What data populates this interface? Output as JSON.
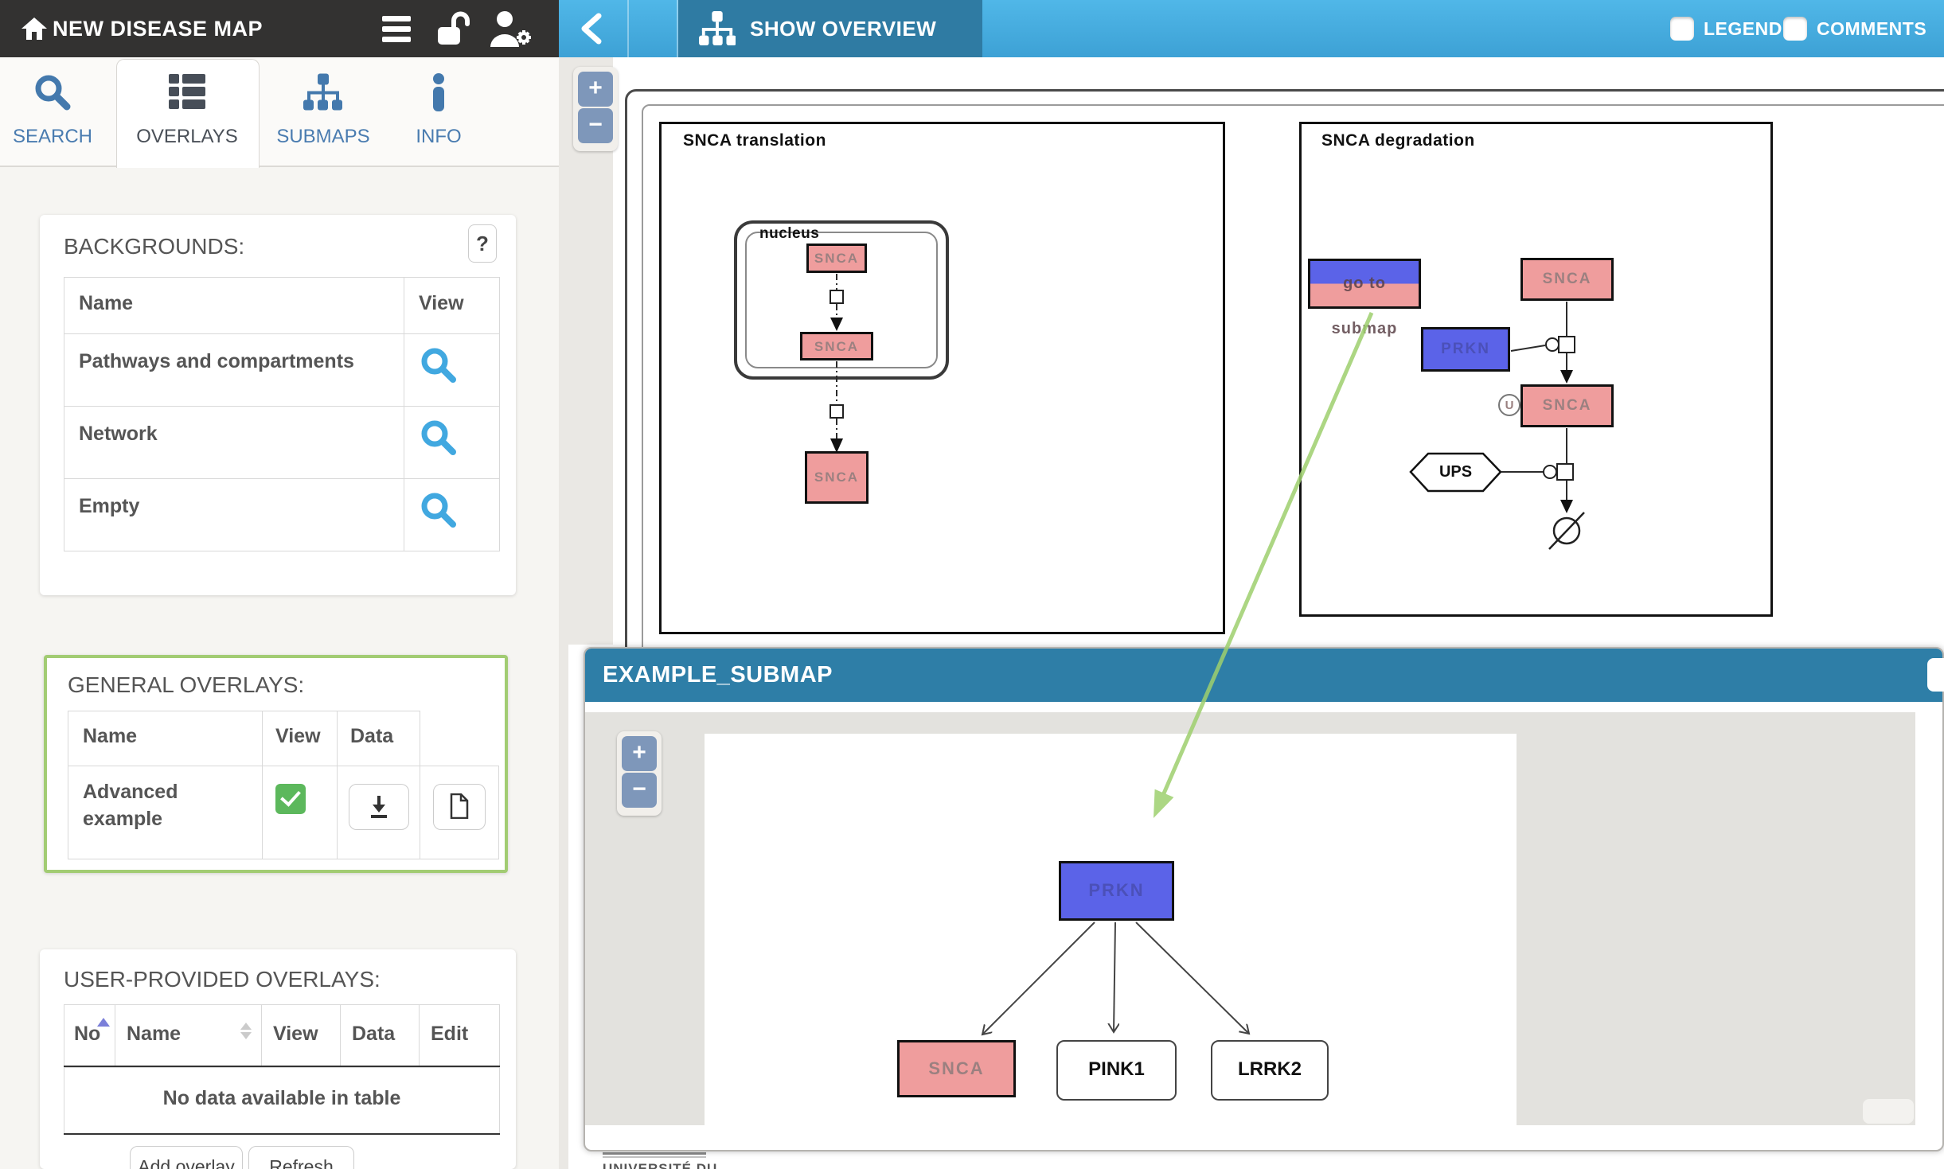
{
  "app": {
    "title": "NEW DISEASE MAP"
  },
  "sidebar": {
    "tabs": [
      {
        "label": "SEARCH"
      },
      {
        "label": "OVERLAYS"
      },
      {
        "label": "SUBMAPS"
      },
      {
        "label": "INFO"
      }
    ],
    "backgrounds": {
      "title": "BACKGROUNDS:",
      "help_label": "?",
      "col_name": "Name",
      "col_view": "View",
      "rows": [
        {
          "name": "Pathways and compartments"
        },
        {
          "name": "Network"
        },
        {
          "name": "Empty"
        }
      ]
    },
    "general_overlays": {
      "title": "GENERAL OVERLAYS:",
      "col_name": "Name",
      "col_view": "View",
      "col_data": "Data",
      "rows": [
        {
          "name": "Advanced example",
          "view_checked": true
        }
      ]
    },
    "user_overlays": {
      "title": "USER-PROVIDED OVERLAYS:",
      "col_no": "No",
      "col_name": "Name",
      "col_view": "View",
      "col_data": "Data",
      "col_edit": "Edit",
      "empty_text": "No data available in table",
      "add_button": "Add overlay",
      "refresh_button": "Refresh"
    }
  },
  "map_toolbar": {
    "show_overview": "SHOW OVERVIEW",
    "legend_label": "LEGEND",
    "comments_label": "COMMENTS"
  },
  "zoom_controls": {
    "zoom_in": "+",
    "zoom_out": "−"
  },
  "diagram": {
    "translation": {
      "title": "SNCA translation",
      "compartment_label": "nucleus",
      "gene": "SNCA",
      "rna": "SNCA",
      "protein": "SNCA"
    },
    "degradation": {
      "title": "SNCA degradation",
      "submap_link_label": "go to submap",
      "snca_top": "SNCA",
      "prkn": "PRKN",
      "snca_ub": "SNCA",
      "ub_mark": "U",
      "ups": "UPS"
    }
  },
  "submap_window": {
    "title": "EXAMPLE_SUBMAP",
    "nodes": {
      "prkn": "PRKN",
      "snca": "SNCA",
      "pink1": "PINK1",
      "lrrk2": "LRRK2"
    },
    "footer_logo": "UNIVERSITÉ DU"
  },
  "colors": {
    "accent_blue": "#4a7cb0",
    "topbar_blue": "#45abdf",
    "overview_button_blue": "#2f7ba3",
    "submap_header_blue": "#2e7ea7",
    "node_pink": "#ef9d9d",
    "node_blue": "#5b63e8",
    "green_arrow": "#9ed06e",
    "overlay_highlight_green": "#a2cc73",
    "checkbox_green": "#5cb85c",
    "magnifier_blue": "#41a8e0"
  }
}
